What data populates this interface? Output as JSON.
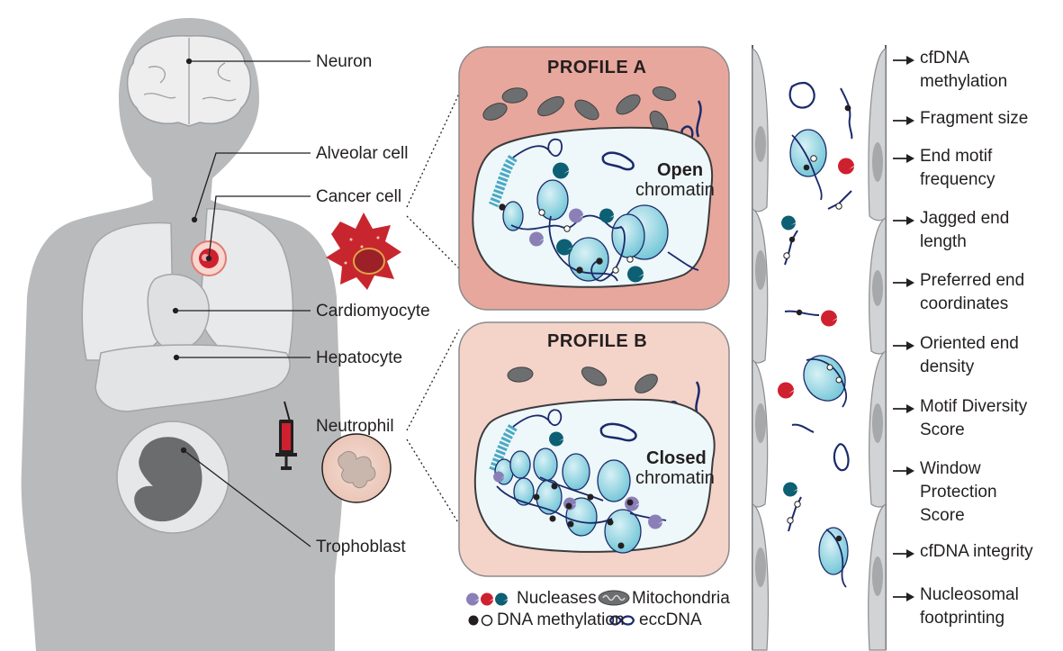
{
  "labels": {
    "neuron": "Neuron",
    "alveolar": "Alveolar cell",
    "cancer": "Cancer cell",
    "cardiomyocyte": "Cardiomyocyte",
    "hepatocyte": "Hepatocyte",
    "neutrophil": "Neutrophil",
    "trophoblast": "Trophoblast"
  },
  "profileA": {
    "title": "PROFILE A",
    "state_bold": "Open",
    "state_word": "chromatin"
  },
  "profileB": {
    "title": "PROFILE B",
    "state_bold": "Closed",
    "state_word": "chromatin"
  },
  "legend": {
    "nucleases": "Nucleases",
    "mitochondria": "Mitochondria",
    "methylation": "DNA methylation",
    "eccdna": "eccDNA"
  },
  "features": [
    [
      "cfDNA",
      "methylation"
    ],
    [
      "Fragment size"
    ],
    [
      "End motif",
      "frequency"
    ],
    [
      "Jagged end",
      "length"
    ],
    [
      "Preferred end",
      "coordinates"
    ],
    [
      "Oriented end",
      "density"
    ],
    [
      "Motif Diversity",
      "Score"
    ],
    [
      "Window",
      "Protection",
      "Score"
    ],
    [
      "cfDNA integrity"
    ],
    [
      "Nucleosomal",
      "footprinting"
    ]
  ],
  "colors": {
    "body": "#b7b8ba",
    "organ": "#e6e7e8",
    "profileA_bg": "#e8a79c",
    "profileB_bg": "#f4d3c9",
    "nucleus": "#eef7f9",
    "nucleosome": "#8fd3e0",
    "dna": "#1b2a6b",
    "nuclease_purple": "#8b7fb8",
    "nuclease_red": "#cf202f",
    "nuclease_teal": "#0d5f73",
    "cancer": "#c8262e"
  }
}
